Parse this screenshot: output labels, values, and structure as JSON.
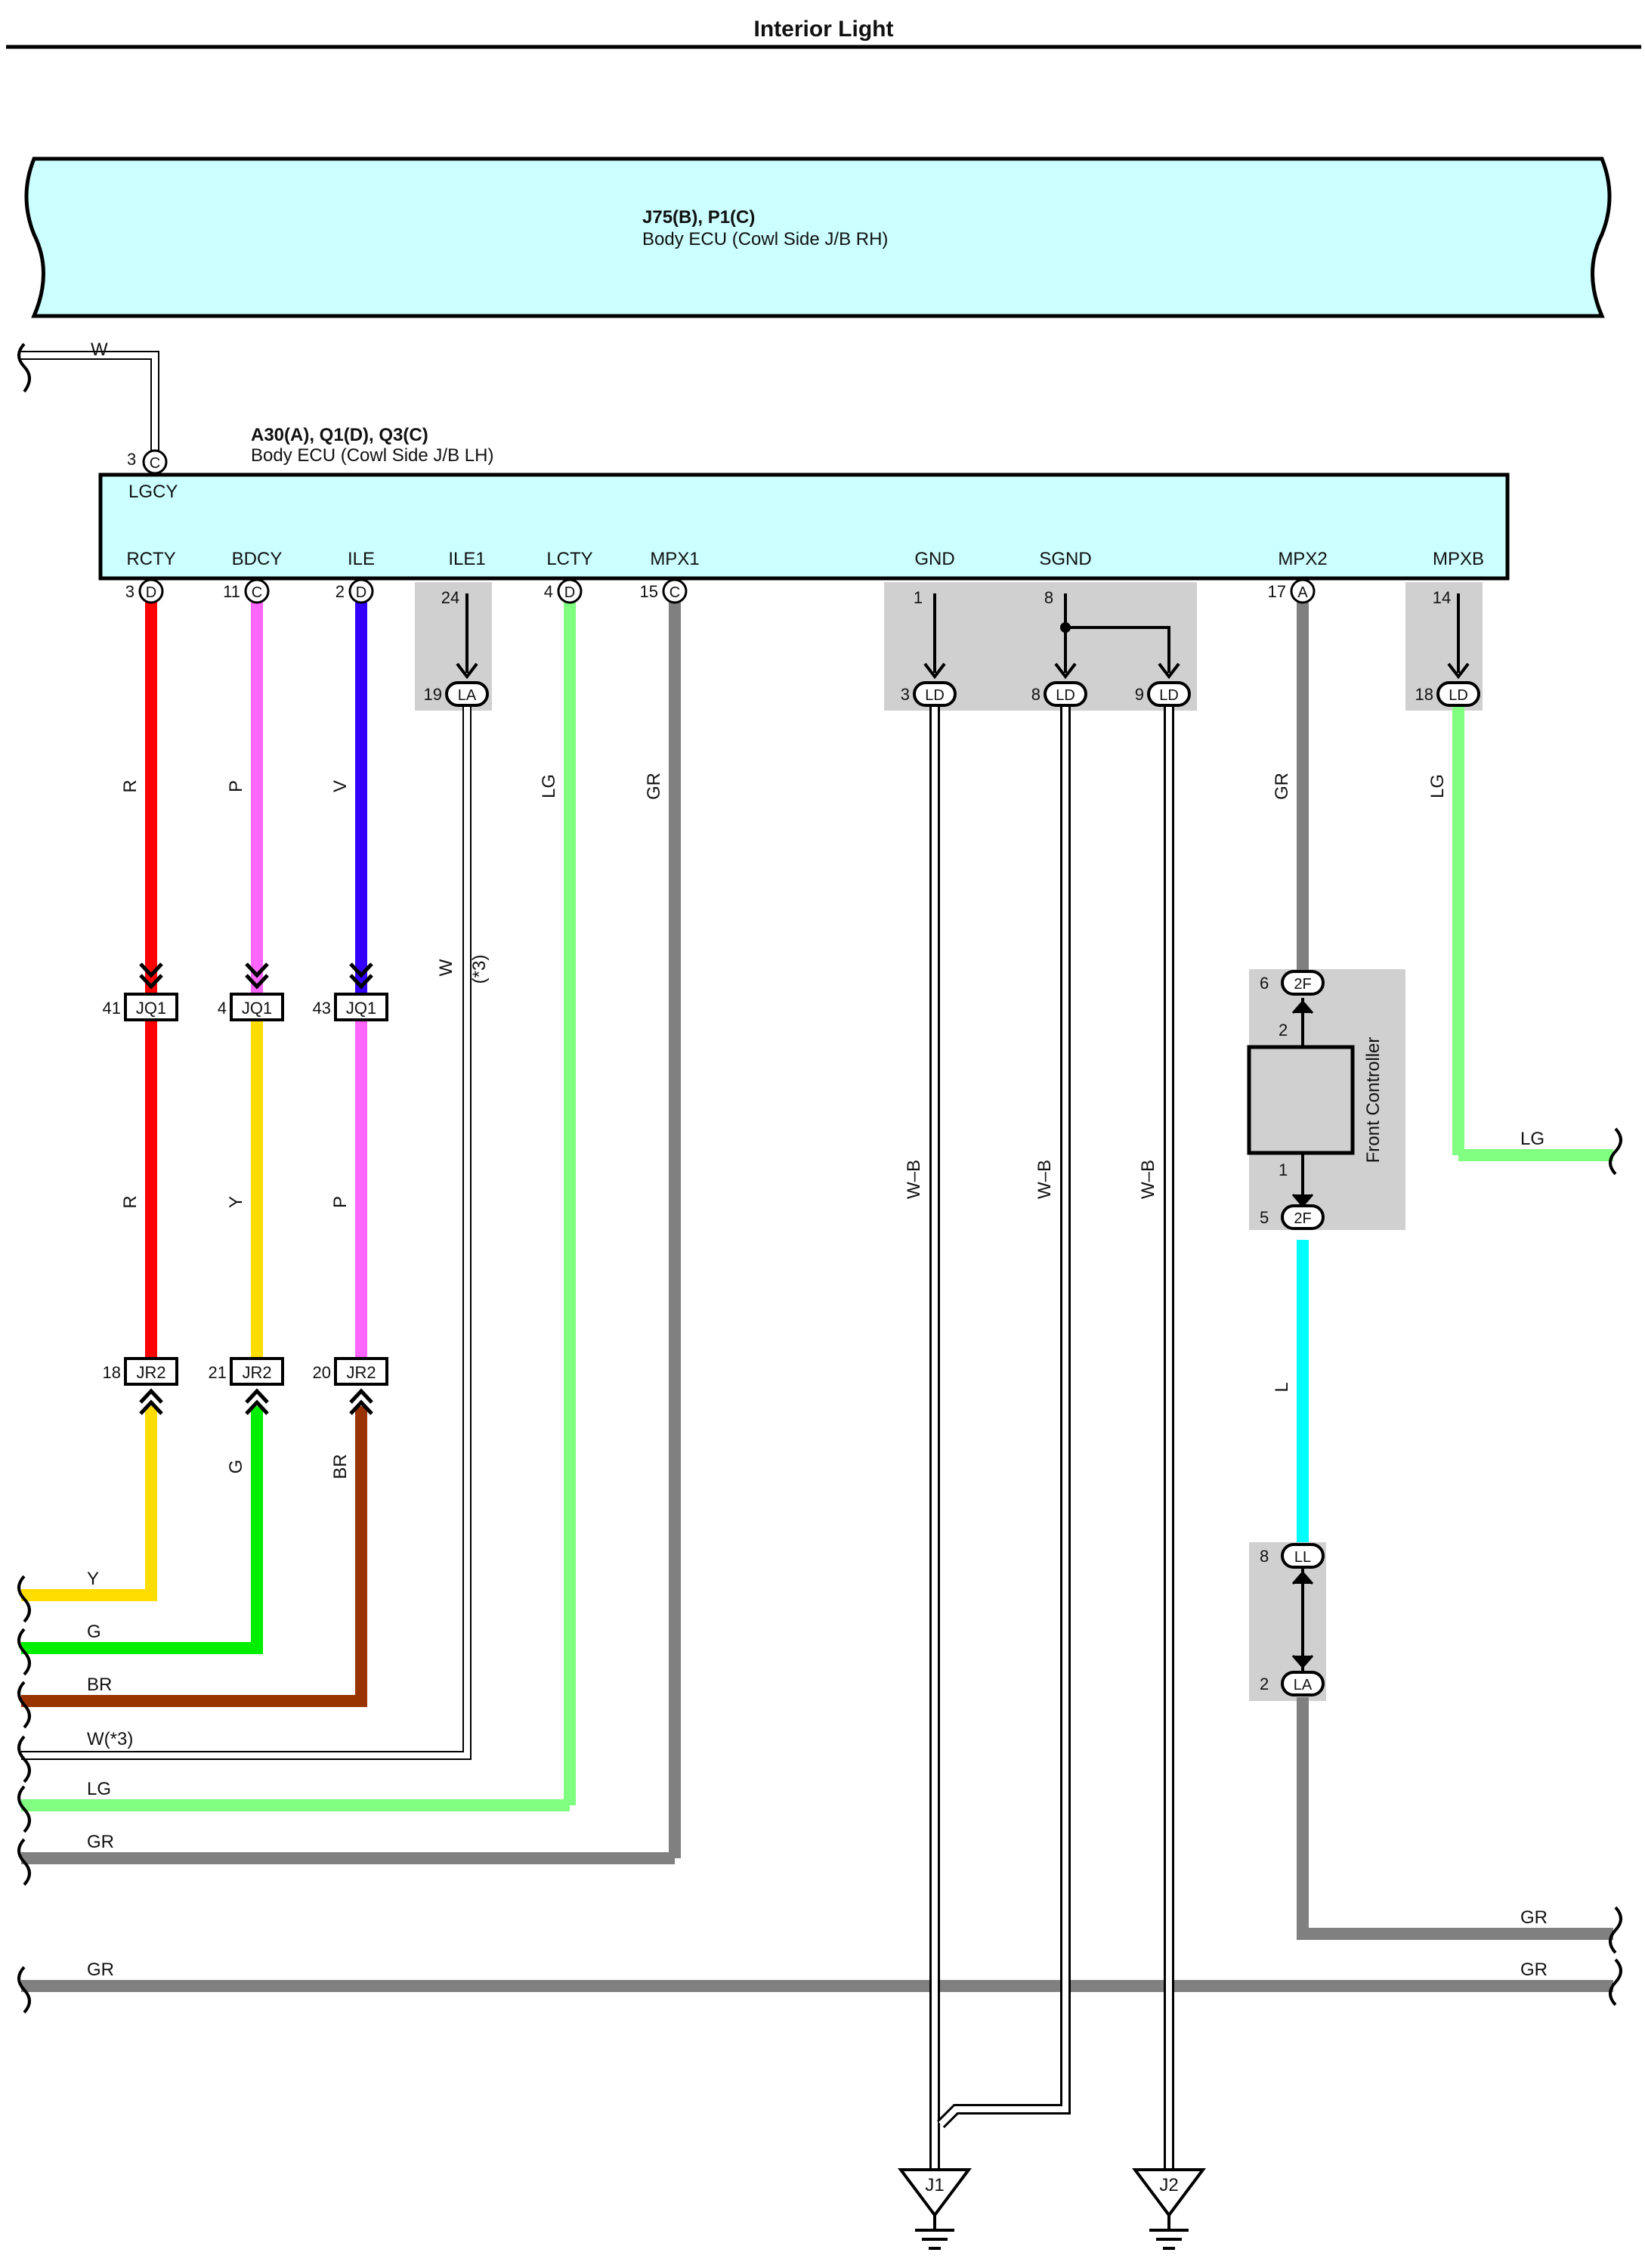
{
  "title": "Interior Light",
  "ecu_rh": {
    "code": "J75(B), P1(C)",
    "name": "Body ECU (Cowl Side J/B RH)"
  },
  "ecu_lh": {
    "code": "A30(A), Q1(D), Q3(C)",
    "name": "Body ECU (Cowl Side J/B LH)"
  },
  "lgcy": {
    "pin": "3",
    "conn": "C",
    "label": "LGCY",
    "wire": "W"
  },
  "terminals": [
    {
      "label": "RCTY",
      "pin": "3",
      "conn": "D"
    },
    {
      "label": "BDCY",
      "pin": "11",
      "conn": "C"
    },
    {
      "label": "ILE",
      "pin": "2",
      "conn": "D"
    },
    {
      "label": "ILE1",
      "pin": "24",
      "conn": ""
    },
    {
      "label": "LCTY",
      "pin": "4",
      "conn": "D"
    },
    {
      "label": "MPX1",
      "pin": "15",
      "conn": "C"
    },
    {
      "label": "GND",
      "pin": "1",
      "conn": ""
    },
    {
      "label": "SGND",
      "pin": "8",
      "conn": ""
    },
    {
      "label": "MPX2",
      "pin": "17",
      "conn": "A"
    },
    {
      "label": "MPXB",
      "pin": "14",
      "conn": ""
    }
  ],
  "jb_conns": [
    {
      "pin": "19",
      "conn": "LA"
    },
    {
      "pin": "3",
      "conn": "LD"
    },
    {
      "pin": "8",
      "conn": "LD"
    },
    {
      "pin": "9",
      "conn": "LD"
    },
    {
      "pin": "18",
      "conn": "LD"
    }
  ],
  "wire_labels": [
    "R",
    "P",
    "V",
    "W",
    "(*3)",
    "LG",
    "GR",
    "R",
    "Y",
    "P",
    "G",
    "BR",
    "W–B",
    "W–B",
    "W–B",
    "GR",
    "LG",
    "L"
  ],
  "junctions": [
    {
      "pin": "41",
      "name": "JQ1"
    },
    {
      "pin": "4",
      "name": "JQ1"
    },
    {
      "pin": "43",
      "name": "JQ1"
    },
    {
      "pin": "18",
      "name": "JR2"
    },
    {
      "pin": "21",
      "name": "JR2"
    },
    {
      "pin": "20",
      "name": "JR2"
    }
  ],
  "left_wires": [
    "Y",
    "G",
    "BR",
    "W(*3)",
    "LG",
    "GR",
    "GR"
  ],
  "right_wires": [
    "LG",
    "GR",
    "GR"
  ],
  "front_controller": {
    "name": "Front Controller",
    "pin_top_conn": "6",
    "pin_top_term": "2",
    "pin_bot_term": "1",
    "pin_bot_conn": "5",
    "conn": "2F"
  },
  "ll_conn": {
    "pin_top": "8",
    "conn_top": "LL",
    "pin_bot": "2",
    "conn_bot": "LA"
  },
  "grounds": [
    "J1",
    "J2"
  ],
  "colors": {
    "R": "#ff0000",
    "P": "#ff66ff",
    "V": "#3300ff",
    "LG": "#80ff80",
    "GR": "#808080",
    "Y": "#ffdd00",
    "G": "#00ee00",
    "BR": "#993300",
    "L": "#00ffff",
    "ecu_fill": "#ccffff",
    "shade": "#d0d0d0"
  }
}
